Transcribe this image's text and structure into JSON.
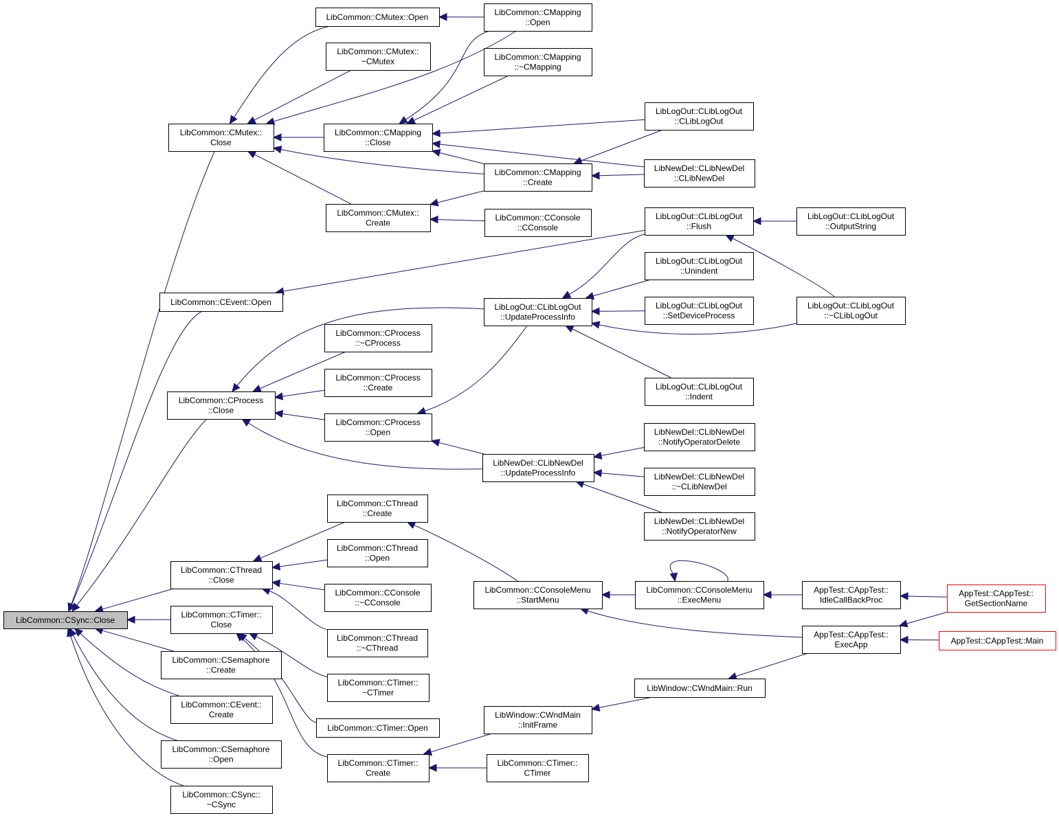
{
  "colors": {
    "edge": "#191970",
    "root_fill": "#bfbfbf",
    "truncated_border": "#ff0000"
  },
  "nodes": [
    {
      "id": "sync_close",
      "lines": [
        "LibCommon::CSync::Close"
      ],
      "root": true
    },
    {
      "id": "mutex_close",
      "lines": [
        "LibCommon::CMutex::",
        "Close"
      ]
    },
    {
      "id": "event_open",
      "lines": [
        "LibCommon::CEvent::Open"
      ]
    },
    {
      "id": "process_close",
      "lines": [
        "LibCommon::CProcess",
        "::Close"
      ]
    },
    {
      "id": "thread_close",
      "lines": [
        "LibCommon::CThread",
        "::Close"
      ]
    },
    {
      "id": "timer_close",
      "lines": [
        "LibCommon::CTimer::",
        "Close"
      ]
    },
    {
      "id": "sem_create",
      "lines": [
        "LibCommon::CSemaphore",
        "::Create"
      ]
    },
    {
      "id": "event_create",
      "lines": [
        "LibCommon::CEvent::",
        "Create"
      ]
    },
    {
      "id": "sem_open",
      "lines": [
        "LibCommon::CSemaphore",
        "::Open"
      ]
    },
    {
      "id": "sync_dtor",
      "lines": [
        "LibCommon::CSync::",
        "~CSync"
      ]
    },
    {
      "id": "mutex_open",
      "lines": [
        "LibCommon::CMutex::Open"
      ]
    },
    {
      "id": "mutex_dtor",
      "lines": [
        "LibCommon::CMutex::",
        "~CMutex"
      ]
    },
    {
      "id": "mapping_close",
      "lines": [
        "LibCommon::CMapping",
        "::Close"
      ]
    },
    {
      "id": "mutex_create",
      "lines": [
        "LibCommon::CMutex::",
        "Create"
      ]
    },
    {
      "id": "process_dtor",
      "lines": [
        "LibCommon::CProcess",
        "::~CProcess"
      ]
    },
    {
      "id": "process_create",
      "lines": [
        "LibCommon::CProcess",
        "::Create"
      ]
    },
    {
      "id": "process_open",
      "lines": [
        "LibCommon::CProcess",
        "::Open"
      ]
    },
    {
      "id": "thread_create",
      "lines": [
        "LibCommon::CThread",
        "::Create"
      ]
    },
    {
      "id": "thread_open",
      "lines": [
        "LibCommon::CThread",
        "::Open"
      ]
    },
    {
      "id": "console_dtor",
      "lines": [
        "LibCommon::CConsole",
        "::~CConsole"
      ]
    },
    {
      "id": "thread_dtor",
      "lines": [
        "LibCommon::CThread",
        "::~CThread"
      ]
    },
    {
      "id": "timer_dtor",
      "lines": [
        "LibCommon::CTimer::",
        "~CTimer"
      ]
    },
    {
      "id": "timer_open",
      "lines": [
        "LibCommon::CTimer::Open"
      ]
    },
    {
      "id": "timer_create",
      "lines": [
        "LibCommon::CTimer::",
        "Create"
      ]
    },
    {
      "id": "mapping_open",
      "lines": [
        "LibCommon::CMapping",
        "::Open"
      ]
    },
    {
      "id": "mapping_dtor",
      "lines": [
        "LibCommon::CMapping",
        "::~CMapping"
      ]
    },
    {
      "id": "mapping_create",
      "lines": [
        "LibCommon::CMapping",
        "::Create"
      ]
    },
    {
      "id": "console_ctor",
      "lines": [
        "LibCommon::CConsole",
        "::CConsole"
      ]
    },
    {
      "id": "logout_upi",
      "lines": [
        "LibLogOut::CLibLogOut",
        "::UpdateProcessInfo"
      ]
    },
    {
      "id": "newdel_upi",
      "lines": [
        "LibNewDel::CLibNewDel",
        "::UpdateProcessInfo"
      ]
    },
    {
      "id": "consolemenu_start",
      "lines": [
        "LibCommon::CConsoleMenu",
        "::StartMenu"
      ]
    },
    {
      "id": "wndmain_init",
      "lines": [
        "LibWindow::CWndMain",
        "::InitFrame"
      ]
    },
    {
      "id": "timer_ctor",
      "lines": [
        "LibCommon::CTimer::",
        "CTimer"
      ]
    },
    {
      "id": "logout_ctor",
      "lines": [
        "LibLogOut::CLibLogOut",
        "::CLibLogOut"
      ]
    },
    {
      "id": "newdel_ctor",
      "lines": [
        "LibNewDel::CLibNewDel",
        "::CLibNewDel"
      ]
    },
    {
      "id": "logout_flush",
      "lines": [
        "LibLogOut::CLibLogOut",
        "::Flush"
      ]
    },
    {
      "id": "logout_unindent",
      "lines": [
        "LibLogOut::CLibLogOut",
        "::Unindent"
      ]
    },
    {
      "id": "logout_setdev",
      "lines": [
        "LibLogOut::CLibLogOut",
        "::SetDeviceProcess"
      ]
    },
    {
      "id": "logout_indent",
      "lines": [
        "LibLogOut::CLibLogOut",
        "::Indent"
      ]
    },
    {
      "id": "newdel_opdel",
      "lines": [
        "LibNewDel::CLibNewDel",
        "::NotifyOperatorDelete"
      ]
    },
    {
      "id": "newdel_dtor",
      "lines": [
        "LibNewDel::CLibNewDel",
        "::~CLibNewDel"
      ]
    },
    {
      "id": "newdel_opnew",
      "lines": [
        "LibNewDel::CLibNewDel",
        "::NotifyOperatorNew"
      ]
    },
    {
      "id": "consolemenu_exec",
      "lines": [
        "LibCommon::CConsoleMenu",
        "::ExecMenu"
      ]
    },
    {
      "id": "wndmain_run",
      "lines": [
        "LibWindow::CWndMain::Run"
      ]
    },
    {
      "id": "logout_output",
      "lines": [
        "LibLogOut::CLibLogOut",
        "::OutputString"
      ]
    },
    {
      "id": "logout_dtor",
      "lines": [
        "LibLogOut::CLibLogOut",
        "::~CLibLogOut"
      ]
    },
    {
      "id": "apptest_idle",
      "lines": [
        "AppTest::CAppTest::",
        "IdleCallBackProc"
      ]
    },
    {
      "id": "apptest_exec",
      "lines": [
        "AppTest::CAppTest::",
        "ExecApp"
      ]
    },
    {
      "id": "apptest_getsec",
      "lines": [
        "AppTest::CAppTest::",
        "GetSectionName"
      ],
      "truncated": true
    },
    {
      "id": "apptest_main",
      "lines": [
        "AppTest::CAppTest::Main"
      ],
      "truncated": true
    }
  ]
}
